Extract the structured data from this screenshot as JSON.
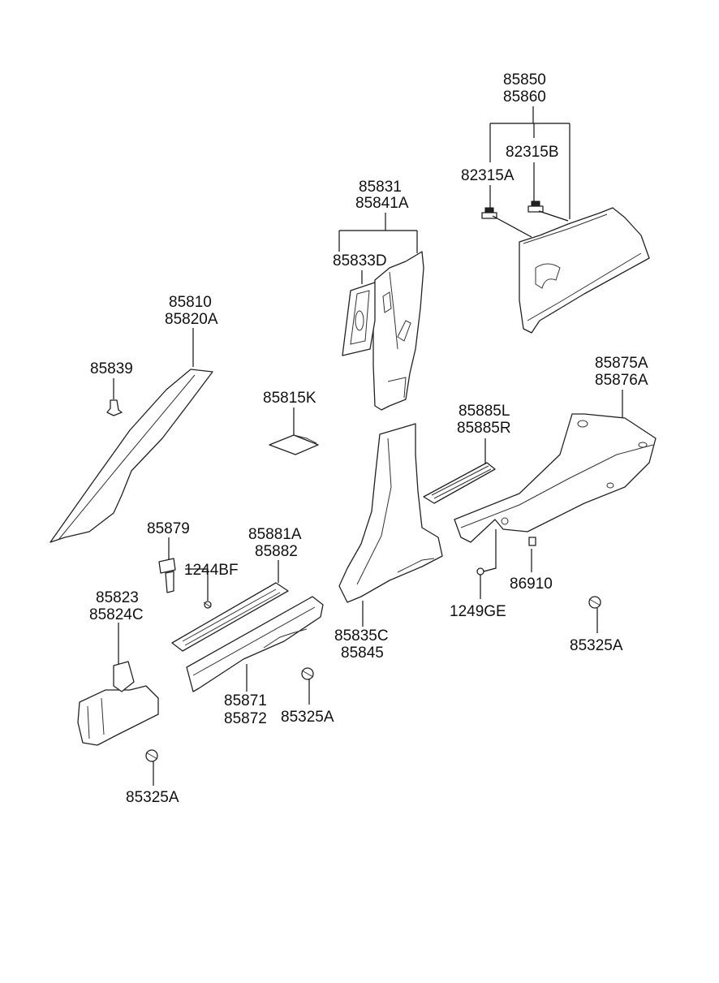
{
  "labels": {
    "l85850": "85850",
    "l85860": "85860",
    "l82315B": "82315B",
    "l82315A": "82315A",
    "l85831": "85831",
    "l85841A": "85841A",
    "l85833D": "85833D",
    "l85810": "85810",
    "l85820A": "85820A",
    "l85839": "85839",
    "l85815K": "85815K",
    "l85875A": "85875A",
    "l85876A": "85876A",
    "l85885L": "85885L",
    "l85885R": "85885R",
    "l85879": "85879",
    "l85881A": "85881A",
    "l85882": "85882",
    "l1244BF": "1244BF",
    "l85823": "85823",
    "l85824C": "85824C",
    "l86910": "86910",
    "l1249GE": "1249GE",
    "l85835C": "85835C",
    "l85845": "85845",
    "l85325A_right": "85325A",
    "l85871": "85871",
    "l85872": "85872",
    "l85325A_mid": "85325A",
    "l85325A_bottom": "85325A"
  }
}
